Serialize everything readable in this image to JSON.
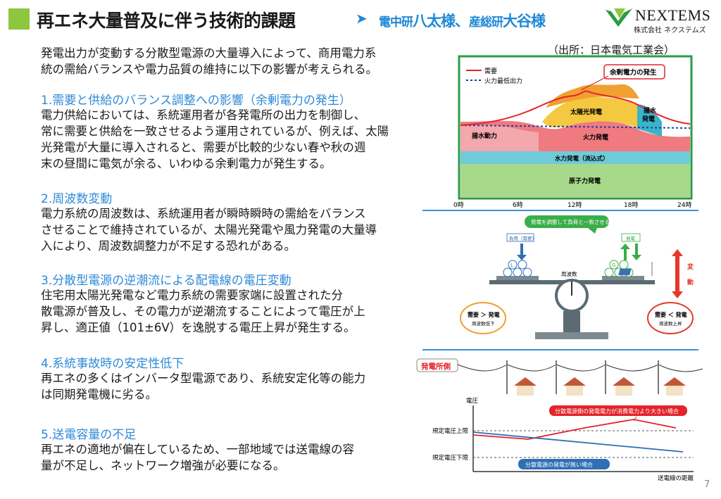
{
  "header": {
    "title": "再エネ大量普及に伴う技術的課題",
    "arrow": "➤",
    "credit_org1": "電中研",
    "credit_name1": "八太様、",
    "credit_org2": "産総研",
    "credit_name2": "大谷様",
    "logo_name": "NEXTEMS",
    "logo_sub": "株式会社 ネクステムズ"
  },
  "source": "（出所：日本電気工業会）",
  "intro": [
    "発電出力が変動する分散型電源の大量導入によって、商用電力系",
    "統の需給バランスや電力品質の維持に以下の影響が考えられる。"
  ],
  "sections": [
    {
      "heading": "1.需要と供給のバランス調整への影響（余剰電力の発生）",
      "lines": [
        "電力供給においては、系統運用者が各発電所の出力を制御し、",
        "常に需要と供給を一致させるよう運用されているが、例えば、太陽",
        "光発電が大量に導入されると、需要が比較的少ない春や秋の週",
        "末の昼間に電気が余る、いわゆる余剰電力が発生する。"
      ]
    },
    {
      "heading": "2.周波数変動",
      "lines": [
        "電力系統の周波数は、系統運用者が瞬時瞬時の需給をバランス",
        "させることで維持されているが、太陽光発電や風力発電の大量導",
        "入により、周波数調整力が不足する恐れがある。"
      ]
    },
    {
      "heading": "3.分散型電源の逆潮流による配電線の電圧変動",
      "lines": [
        "住宅用太陽光発電など電力系統の需要家端に設置された分",
        "散電源が普及し、その電力が逆潮流することによって電圧が上",
        "昇し、適正値（101±6V）を逸脱する電圧上昇が発生する。"
      ]
    },
    {
      "heading": "4.系統事故時の安定性低下",
      "lines": [
        "再エネの多くはインバータ型電源であり、系統安定化等の能力",
        "は同期発電機に劣る。"
      ]
    },
    {
      "heading": "5.送電容量の不足",
      "lines": [
        "再エネの適地が偏在しているため、一部地域では送電線の容",
        "量が不足し、ネットワーク増強が必要になる。"
      ]
    }
  ],
  "supply_chart": {
    "legend_demand": "需要",
    "legend_thermal_min": "火力最低出力",
    "callout": "余剰電力の発生",
    "label_solar": "太陽光発電",
    "label_pump_right": [
      "揚水",
      "発電"
    ],
    "label_pump_left": "揚水動力",
    "label_thermal": "火力発電",
    "label_hydro": "水力発電（流込式）",
    "label_nuclear": "原子力発電",
    "ticks": [
      "0時",
      "6時",
      "12時",
      "18時",
      "24時"
    ]
  },
  "scale_diagram": {
    "speech": "発電を調整して負荷と一致させる",
    "load_label": "負荷（需要）",
    "gen_label": "発電",
    "freq_label": "周波数",
    "load_ball": "L",
    "gen_ball": "G",
    "variation": [
      "変",
      "動"
    ],
    "left_badge": [
      "需要 ＞ 発電",
      "周波数低下"
    ],
    "right_badge": [
      "需要 ＜ 発電",
      "周波数上昇"
    ]
  },
  "voltage_diagram": {
    "plant_label": "発電所側",
    "y_axis": "電圧",
    "upper_limit": "規定電圧上限",
    "lower_limit": "規定電圧下限",
    "high_gen_case": "分散電源側の発電電力が消費電力より大きい場合",
    "no_gen_case": "分散電源の発電が無い場合",
    "x_axis": "送電線の距離"
  },
  "page_number": "7",
  "colors": {
    "accent_green": "#8dc63f",
    "heading_blue": "#2e8ad8",
    "demand_red": "#e3242b",
    "thermal_min_blue": "#1f3f9e"
  }
}
